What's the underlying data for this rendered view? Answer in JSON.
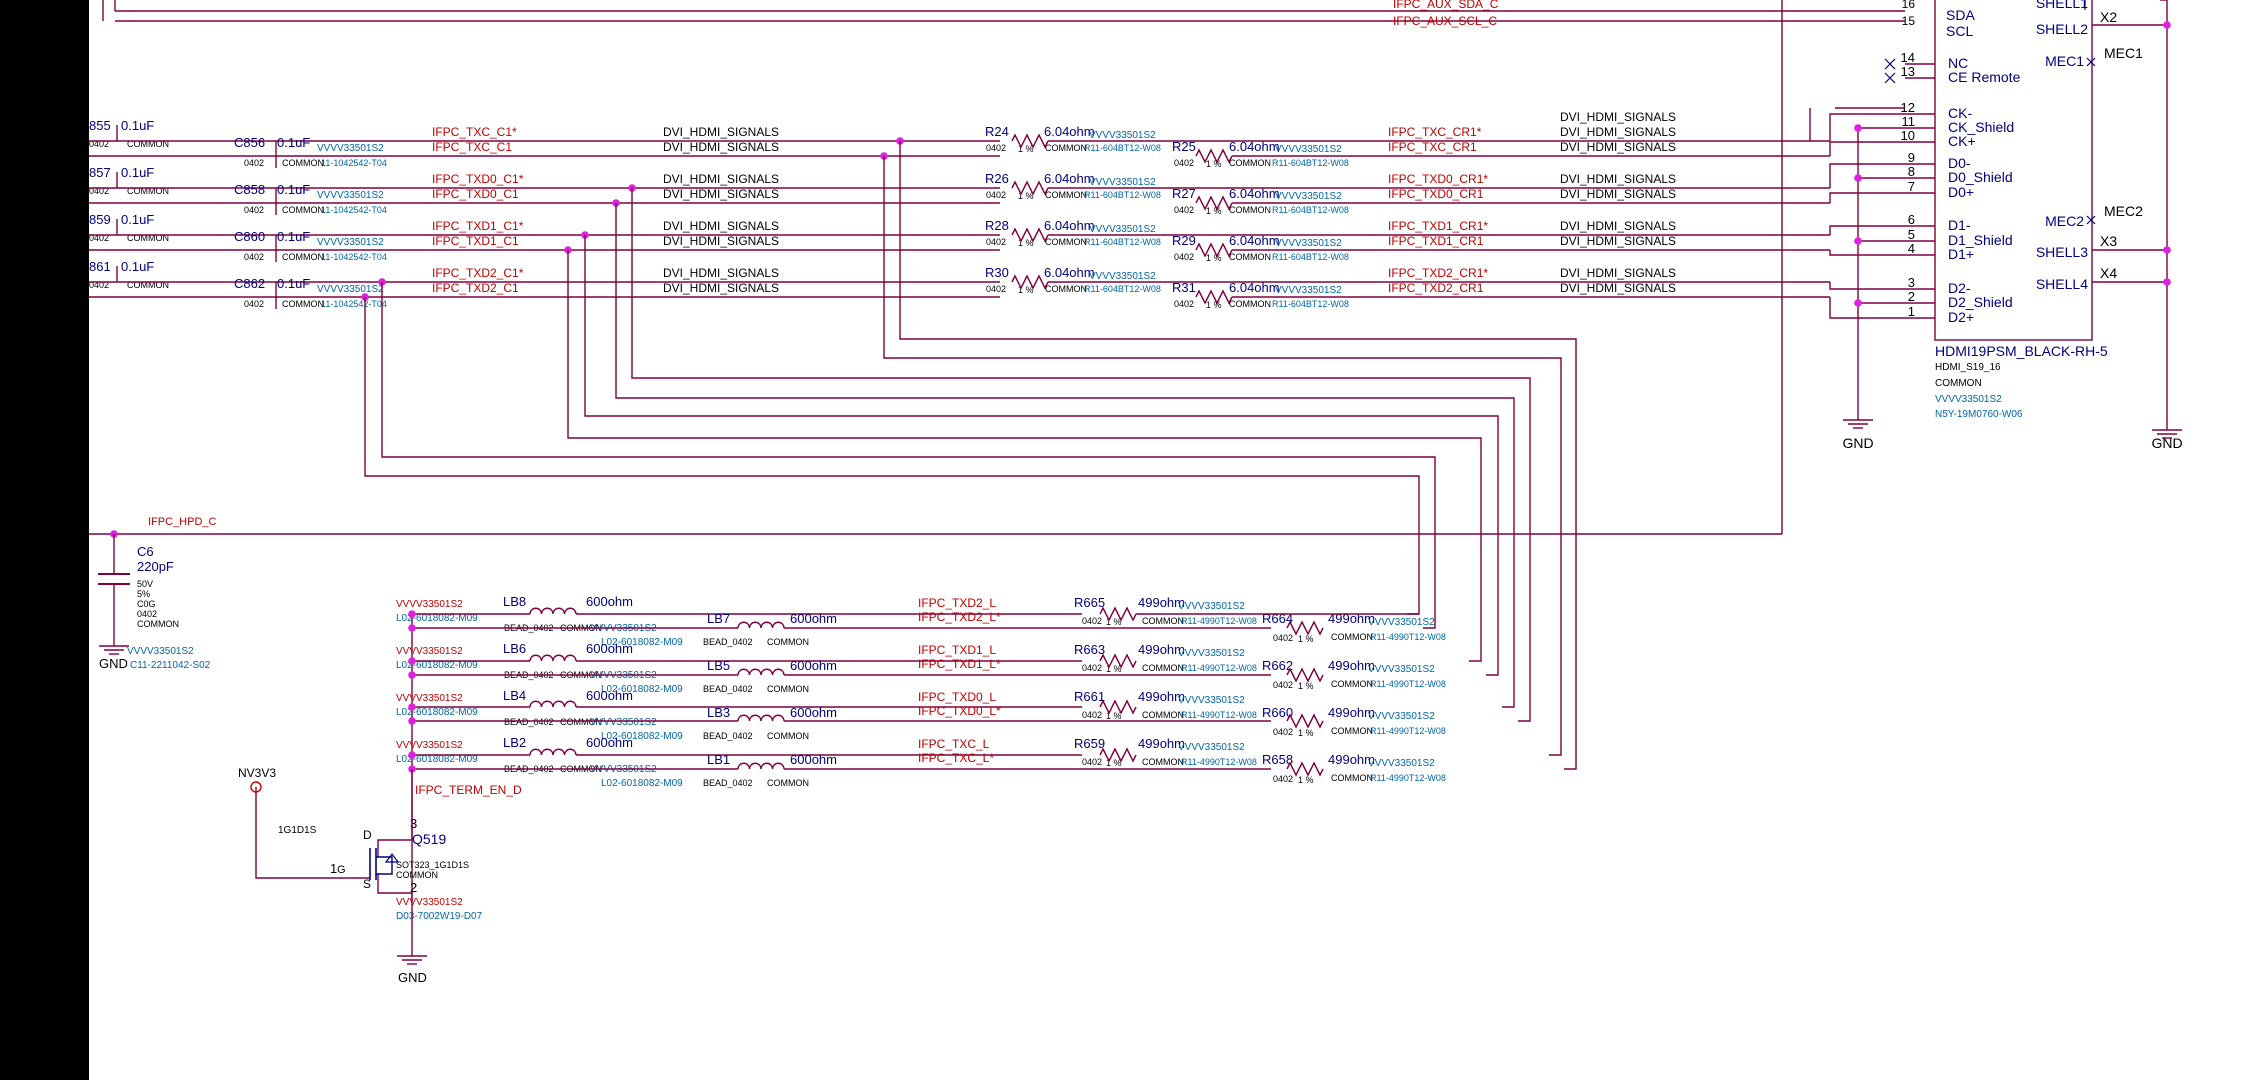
{
  "colors": {
    "wire": "#800040",
    "refdes": "#000080",
    "netlabel": "#c00000",
    "part": "#0066aa",
    "pin": "#000000",
    "junction": "#e020e0",
    "background": "#ffffff"
  },
  "top_nets": [
    {
      "label": "IFPC_AUX_SDA_C",
      "pin": "16",
      "name": "SDA"
    },
    {
      "label": "IFPC_AUX_SCL_C",
      "pin": "15",
      "name": "SCL"
    }
  ],
  "connector": {
    "refdes": "HDMI19PSM_BLACK-RH-5",
    "footprint": "HDMI_S19_16",
    "common": "COMMON",
    "vendor": "VVVV33501S2",
    "pn": "N5Y-19M0760-W06",
    "pins": [
      {
        "num": "14",
        "name": "NC"
      },
      {
        "num": "13",
        "name": "CE Remote"
      },
      {
        "num": "12",
        "name": "CK-"
      },
      {
        "num": "11",
        "name": "CK_Shield"
      },
      {
        "num": "10",
        "name": "CK+"
      },
      {
        "num": "9",
        "name": "D0-"
      },
      {
        "num": "8",
        "name": "D0_Shield"
      },
      {
        "num": "7",
        "name": "D0+"
      },
      {
        "num": "6",
        "name": "D1-"
      },
      {
        "num": "5",
        "name": "D1_Shield"
      },
      {
        "num": "4",
        "name": "D1+"
      },
      {
        "num": "3",
        "name": "D2-"
      },
      {
        "num": "2",
        "name": "D2_Shield"
      },
      {
        "num": "1",
        "name": "D2+"
      }
    ],
    "right_pins": [
      {
        "name": "SHELL1",
        "net": ""
      },
      {
        "name": "SHELL2",
        "net": "X2"
      },
      {
        "name": "MEC1",
        "net": "MEC1"
      },
      {
        "name": "MEC2",
        "net": "MEC2"
      },
      {
        "name": "SHELL3",
        "net": "X3"
      },
      {
        "name": "SHELL4",
        "net": "X4"
      }
    ]
  },
  "cap_lanes": [
    {
      "left_ref": "855",
      "left_val": "0.1uF",
      "right_ref": "C856",
      "right_val": "0.1uF",
      "vendor": "VVVV33501S2",
      "pn": "11-1042542-T04",
      "net_n": "IFPC_TXC_C1*",
      "net_p": "IFPC_TXC_C1",
      "ser_n_ref": "R24",
      "ser_p_ref": "R25",
      "ser_val": "6.04ohm",
      "ser_vendor": "VVVV33501S2",
      "ser_pn": "R11-604BT12-W08",
      "out_n": "IFPC_TXC_CR1*",
      "out_p": "IFPC_TXC_CR1"
    },
    {
      "left_ref": "857",
      "left_val": "0.1uF",
      "right_ref": "C858",
      "right_val": "0.1uF",
      "vendor": "VVVV33501S2",
      "pn": "11-1042542-T04",
      "net_n": "IFPC_TXD0_C1*",
      "net_p": "IFPC_TXD0_C1",
      "ser_n_ref": "R26",
      "ser_p_ref": "R27",
      "ser_val": "6.04ohm",
      "ser_vendor": "VVVV33501S2",
      "ser_pn": "R11-604BT12-W08",
      "out_n": "IFPC_TXD0_CR1*",
      "out_p": "IFPC_TXD0_CR1"
    },
    {
      "left_ref": "859",
      "left_val": "0.1uF",
      "right_ref": "C860",
      "right_val": "0.1uF",
      "vendor": "VVVV33501S2",
      "pn": "11-1042542-T04",
      "net_n": "IFPC_TXD1_C1*",
      "net_p": "IFPC_TXD1_C1",
      "ser_n_ref": "R28",
      "ser_p_ref": "R29",
      "ser_val": "6.04ohm",
      "ser_vendor": "VVVV33501S2",
      "ser_pn": "R11-604BT12-W08",
      "out_n": "IFPC_TXD1_CR1*",
      "out_p": "IFPC_TXD1_CR1"
    },
    {
      "left_ref": "861",
      "left_val": "0.1uF",
      "right_ref": "C862",
      "right_val": "0.1uF",
      "vendor": "VVVV33501S2",
      "pn": "11-1042542-T04",
      "net_n": "IFPC_TXD2_C1*",
      "net_p": "IFPC_TXD2_C1",
      "ser_n_ref": "R30",
      "ser_p_ref": "R31",
      "ser_val": "6.04ohm",
      "ser_vendor": "VVVV33501S2",
      "ser_pn": "R11-604BT12-W08",
      "out_n": "IFPC_TXD2_CR1*",
      "out_p": "IFPC_TXD2_CR1"
    }
  ],
  "bus_label": "DVI_HDMI_SIGNALS",
  "pkg": "0402",
  "tol": "1 %",
  "common": "COMMON",
  "hpd": {
    "net": "IFPC_HPD_C",
    "cap_ref": "C6",
    "cap_val": "220pF",
    "specs": [
      "50V",
      "5%",
      "C0G",
      "0402",
      "COMMON"
    ],
    "vendor": "VVVV33501S2",
    "pn": "C11-2211042-S02",
    "gnd": "GND"
  },
  "term_lanes": [
    {
      "bead_a": "LB8",
      "bead_b": "LB7",
      "bead_val": "600ohm",
      "net_n": "IFPC_TXD2_L",
      "net_p": "IFPC_TXD2_L*",
      "res_a": "R665",
      "res_b": "R664"
    },
    {
      "bead_a": "LB6",
      "bead_b": "LB5",
      "bead_val": "600ohm",
      "net_n": "IFPC_TXD1_L",
      "net_p": "IFPC_TXD1_L*",
      "res_a": "R663",
      "res_b": "R662"
    },
    {
      "bead_a": "LB4",
      "bead_b": "LB3",
      "bead_val": "600ohm",
      "net_n": "IFPC_TXD0_L",
      "net_p": "IFPC_TXD0_L*",
      "res_a": "R661",
      "res_b": "R660"
    },
    {
      "bead_a": "LB2",
      "bead_b": "LB1",
      "bead_val": "600ohm",
      "net_n": "IFPC_TXC_L",
      "net_p": "IFPC_TXC_L*",
      "res_a": "R659",
      "res_b": "R658"
    }
  ],
  "bead_vendor": "VVVV33501S2",
  "bead_pn": "L02-6018082-M09",
  "bead_pkg": "BEAD_0402",
  "term_val": "499ohm",
  "term_vendor": "VVVV33501S2",
  "term_pn": "R11-4990T12-W08",
  "fet": {
    "ref": "Q519",
    "type": "1G1D1S",
    "pkg": "SOT323_1G1D1S",
    "common": "COMMON",
    "vendor": "VVVV33501S2",
    "pn": "D03-7002W19-D07",
    "pin_d": "3",
    "pin_g": "1",
    "pin_s": "2",
    "lbl_d": "D",
    "lbl_g": "G",
    "lbl_s": "S",
    "net": "IFPC_TERM_EN_D",
    "rail": "NV3V3",
    "gnd": "GND"
  },
  "gnds": [
    "GND",
    "GND"
  ]
}
